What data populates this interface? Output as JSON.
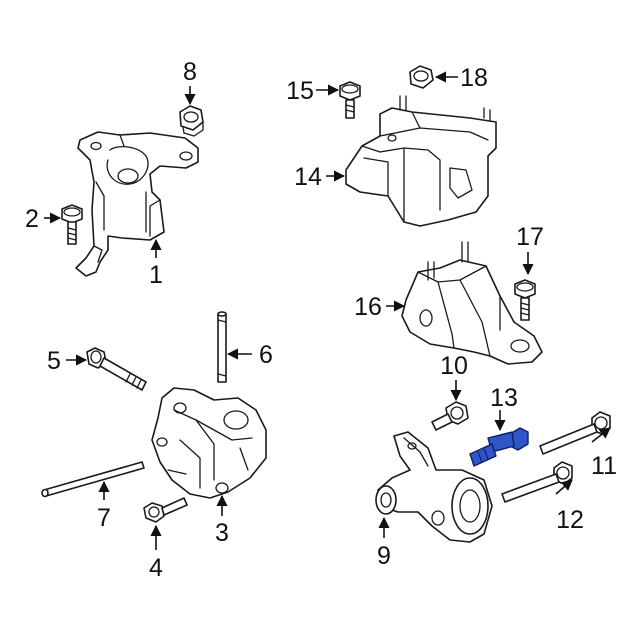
{
  "diagram": {
    "callouts": [
      {
        "id": "c1",
        "text": "1"
      },
      {
        "id": "c2",
        "text": "2"
      },
      {
        "id": "c3",
        "text": "3"
      },
      {
        "id": "c4",
        "text": "4"
      },
      {
        "id": "c5",
        "text": "5"
      },
      {
        "id": "c6",
        "text": "6"
      },
      {
        "id": "c7",
        "text": "7"
      },
      {
        "id": "c8",
        "text": "8"
      },
      {
        "id": "c9",
        "text": "9"
      },
      {
        "id": "c10",
        "text": "10"
      },
      {
        "id": "c11",
        "text": "11"
      },
      {
        "id": "c12",
        "text": "12"
      },
      {
        "id": "c13",
        "text": "13"
      },
      {
        "id": "c14",
        "text": "14"
      },
      {
        "id": "c15",
        "text": "15"
      },
      {
        "id": "c16",
        "text": "16"
      },
      {
        "id": "c17",
        "text": "17"
      },
      {
        "id": "c18",
        "text": "18"
      }
    ],
    "highlighted_part": "13",
    "colors": {
      "line": "#1a1a1a",
      "highlight_fill": "#2f55c8",
      "highlight_stroke": "#0d1f66",
      "background": "#ffffff"
    }
  }
}
